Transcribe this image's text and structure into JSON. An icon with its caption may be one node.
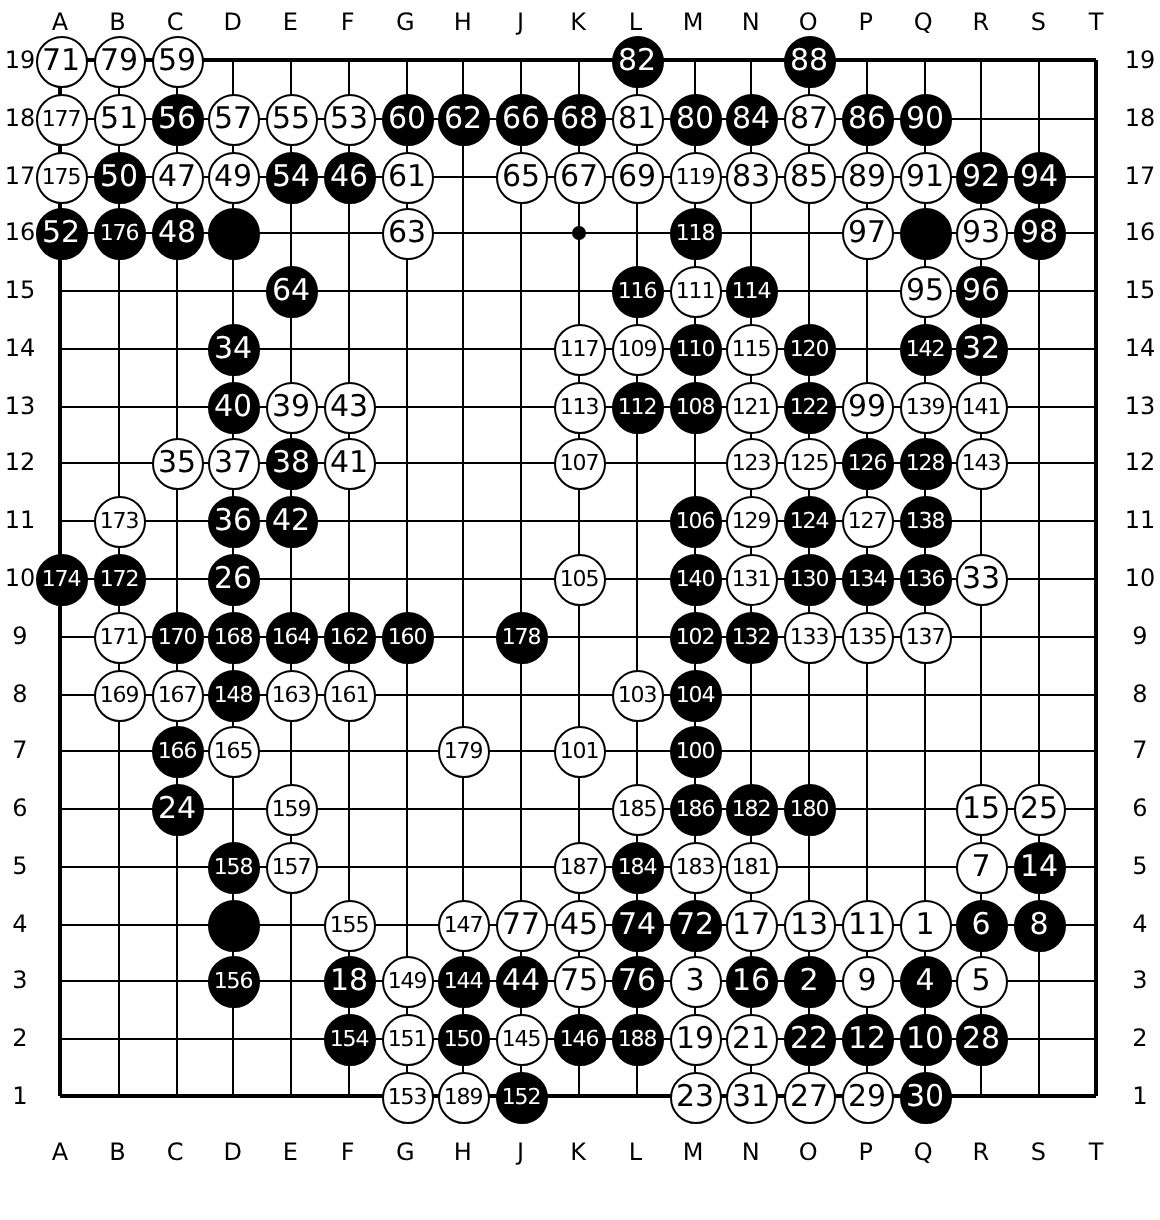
{
  "diagram": {
    "nodes": [
      {
        "text": [
          "71"
        ]
      },
      {
        "text": [
          "79"
        ]
      },
      {
        "text": [
          "59"
        ]
      },
      {
        "text": [
          "82"
        ]
      },
      {
        "text": [
          "88"
        ]
      },
      {
        "text": [
          "177"
        ]
      },
      {
        "text": [
          "51"
        ]
      },
      {
        "text": [
          "56"
        ]
      },
      {
        "text": [
          "57"
        ]
      },
      {
        "text": [
          "55"
        ]
      },
      {
        "text": [
          "53"
        ]
      },
      {
        "text": [
          "60"
        ]
      },
      {
        "text": [
          "62"
        ]
      },
      {
        "text": [
          "66"
        ]
      },
      {
        "text": [
          "68"
        ]
      },
      {
        "text": [
          "81"
        ]
      },
      {
        "text": [
          "80"
        ]
      },
      {
        "text": [
          "84"
        ]
      },
      {
        "text": [
          "87"
        ]
      },
      {
        "text": [
          "86"
        ]
      },
      {
        "text": [
          "90"
        ]
      },
      {
        "text": [
          "175"
        ]
      },
      {
        "text": [
          "50"
        ]
      },
      {
        "text": [
          "47"
        ]
      },
      {
        "text": [
          "49"
        ]
      },
      {
        "text": [
          "54"
        ]
      },
      {
        "text": [
          "46"
        ]
      },
      {
        "text": [
          "61"
        ]
      },
      {
        "text": [
          "65"
        ]
      },
      {
        "text": [
          "67"
        ]
      },
      {
        "text": [
          "69"
        ]
      },
      {
        "text": [
          "119"
        ]
      },
      {
        "text": [
          "83"
        ]
      },
      {
        "text": [
          "85"
        ]
      },
      {
        "text": [
          "89"
        ]
      },
      {
        "text": [
          "91"
        ]
      },
      {
        "text": [
          "92"
        ]
      },
      {
        "text": [
          "94"
        ]
      },
      {
        "text": [
          "52"
        ]
      },
      {
        "text": [
          "176"
        ]
      },
      {
        "text": [
          "48"
        ]
      },
      {
        "text": [],
        "shape": "circle"
      },
      {
        "text": [
          "63"
        ]
      },
      {
        "text": [
          "118"
        ]
      },
      {
        "text": [
          "97"
        ]
      },
      {
        "text": [],
        "shape": "circle"
      },
      {
        "text": [
          "93"
        ]
      },
      {
        "text": [
          "98"
        ]
      },
      {
        "text": [
          "64"
        ]
      },
      {
        "text": [
          "116"
        ]
      },
      {
        "text": [
          "111"
        ]
      },
      {
        "text": [
          "114"
        ]
      },
      {
        "text": [
          "95"
        ]
      },
      {
        "text": [
          "96"
        ]
      },
      {
        "text": [
          "34"
        ]
      },
      {
        "text": [
          "117"
        ]
      },
      {
        "text": [
          "109"
        ]
      },
      {
        "text": [
          "110"
        ]
      },
      {
        "text": [
          "115"
        ]
      },
      {
        "text": [
          "120"
        ]
      },
      {
        "text": [
          "142"
        ]
      },
      {
        "text": [
          "32"
        ]
      },
      {
        "text": [
          "40"
        ]
      },
      {
        "text": [
          "39"
        ]
      },
      {
        "text": [
          "43"
        ]
      },
      {
        "text": [
          "113"
        ]
      },
      {
        "text": [
          "112"
        ]
      },
      {
        "text": [
          "108"
        ]
      },
      {
        "text": [
          "121"
        ]
      },
      {
        "text": [
          "122"
        ]
      },
      {
        "text": [
          "99"
        ]
      },
      {
        "text": [
          "139"
        ]
      },
      {
        "text": [
          "141"
        ]
      },
      {
        "text": [
          "35"
        ]
      },
      {
        "text": [
          "37"
        ]
      },
      {
        "text": [
          "38"
        ]
      },
      {
        "text": [
          "41"
        ]
      },
      {
        "text": [
          "107"
        ]
      },
      {
        "text": [
          "123"
        ]
      },
      {
        "text": [
          "125"
        ]
      },
      {
        "text": [
          "126"
        ]
      },
      {
        "text": [
          "128"
        ]
      },
      {
        "text": [
          "143"
        ]
      },
      {
        "text": [
          "173"
        ]
      },
      {
        "text": [
          "36"
        ]
      },
      {
        "text": [
          "42"
        ]
      },
      {
        "text": [
          "106"
        ]
      },
      {
        "text": [
          "129"
        ]
      },
      {
        "text": [
          "124"
        ]
      },
      {
        "text": [
          "127"
        ]
      },
      {
        "text": [
          "138"
        ]
      },
      {
        "text": [
          "174"
        ]
      },
      {
        "text": [
          "172"
        ]
      },
      {
        "text": [
          "26"
        ]
      },
      {
        "text": [
          "105"
        ]
      },
      {
        "text": [
          "140"
        ]
      },
      {
        "text": [
          "131"
        ]
      },
      {
        "text": [
          "130"
        ]
      },
      {
        "text": [
          "134"
        ]
      },
      {
        "text": [
          "136"
        ]
      },
      {
        "text": [
          "33"
        ]
      },
      {
        "text": [
          "171"
        ]
      },
      {
        "text": [
          "170"
        ]
      },
      {
        "text": [
          "168"
        ]
      },
      {
        "text": [
          "164"
        ]
      },
      {
        "text": [
          "162"
        ]
      },
      {
        "text": [
          "160"
        ]
      },
      {
        "text": [
          "178"
        ]
      },
      {
        "text": [
          "102"
        ]
      },
      {
        "text": [
          "132"
        ]
      },
      {
        "text": [
          "133"
        ]
      },
      {
        "text": [
          "135"
        ]
      },
      {
        "text": [
          "137"
        ]
      },
      {
        "text": [
          "169"
        ]
      },
      {
        "text": [
          "167"
        ]
      },
      {
        "text": [
          "148"
        ]
      },
      {
        "text": [
          "163"
        ]
      },
      {
        "text": [
          "161"
        ]
      },
      {
        "text": [
          "103"
        ]
      },
      {
        "text": [
          "104"
        ]
      },
      {
        "text": [
          "166"
        ]
      },
      {
        "text": [
          "165"
        ]
      },
      {
        "text": [
          "179"
        ]
      },
      {
        "text": [
          "101"
        ]
      },
      {
        "text": [
          "100"
        ]
      },
      {
        "text": [
          "24"
        ]
      },
      {
        "text": [
          "159"
        ]
      },
      {
        "text": [
          "185"
        ]
      },
      {
        "text": [
          "186"
        ]
      },
      {
        "text": [
          "182"
        ]
      },
      {
        "text": [
          "180"
        ]
      },
      {
        "text": [
          "15"
        ]
      },
      {
        "text": [
          "25"
        ]
      },
      {
        "text": [
          "158"
        ]
      },
      {
        "text": [
          "157"
        ]
      },
      {
        "text": [
          "187"
        ]
      },
      {
        "text": [
          "184"
        ]
      },
      {
        "text": [
          "183"
        ]
      },
      {
        "text": [
          "181"
        ]
      },
      {
        "text": [
          "7"
        ]
      },
      {
        "text": [
          "14"
        ]
      },
      {
        "text": [],
        "shape": "circle"
      },
      {
        "text": [
          "155"
        ]
      },
      {
        "text": [
          "147"
        ]
      },
      {
        "text": [
          "77"
        ]
      },
      {
        "text": [
          "45"
        ]
      },
      {
        "text": [
          "74"
        ]
      },
      {
        "text": [
          "72"
        ]
      },
      {
        "text": [
          "17"
        ]
      },
      {
        "text": [
          "13"
        ]
      },
      {
        "text": [
          "11"
        ]
      },
      {
        "text": [
          "1"
        ]
      },
      {
        "text": [
          "6"
        ]
      },
      {
        "text": [
          "8"
        ]
      },
      {
        "text": [
          "156"
        ]
      },
      {
        "text": [
          "18"
        ]
      },
      {
        "text": [
          "149"
        ]
      },
      {
        "text": [
          "144"
        ]
      },
      {
        "text": [
          "44"
        ]
      },
      {
        "text": [
          "75"
        ]
      },
      {
        "text": [
          "76"
        ]
      },
      {
        "text": [
          "3"
        ]
      },
      {
        "text": [
          "16"
        ]
      },
      {
        "text": [
          "2"
        ]
      },
      {
        "text": [
          "9"
        ]
      },
      {
        "text": [
          "4"
        ]
      },
      {
        "text": [
          "5"
        ]
      },
      {
        "text": [
          "154"
        ]
      },
      {
        "text": [
          "151"
        ]
      },
      {
        "text": [
          "150"
        ]
      },
      {
        "text": [
          "145"
        ]
      },
      {
        "text": [
          "146"
        ]
      },
      {
        "text": [
          "188"
        ]
      },
      {
        "text": [
          "19"
        ]
      },
      {
        "text": [
          "21"
        ]
      },
      {
        "text": [
          "22"
        ]
      },
      {
        "text": [
          "12"
        ]
      },
      {
        "text": [
          "10"
        ]
      },
      {
        "text": [
          "28"
        ]
      },
      {
        "text": [
          "153"
        ]
      },
      {
        "text": [
          "189"
        ]
      },
      {
        "text": [
          "152"
        ]
      },
      {
        "text": [
          "23"
        ]
      },
      {
        "text": [
          "31"
        ]
      },
      {
        "text": [
          "27"
        ]
      },
      {
        "text": [
          "29"
        ]
      },
      {
        "text": [
          "30"
        ]
      }
    ],
    "labels": [
      "A",
      "B",
      "C",
      "D",
      "E",
      "F",
      "G",
      "H",
      "J",
      "K",
      "L",
      "M",
      "N",
      "O",
      "P",
      "Q",
      "R",
      "S",
      "T",
      "19",
      "19",
      "18",
      "18",
      "17",
      "17",
      "16",
      "16",
      "15",
      "15",
      "14",
      "14",
      "13",
      "13",
      "12",
      "12",
      "11",
      "11",
      "10",
      "10",
      "9",
      "9",
      "8",
      "8",
      "7",
      "7",
      "6",
      "6",
      "5",
      "5",
      "4",
      "4",
      "3",
      "3",
      "2",
      "2",
      "1",
      "1",
      "A",
      "B",
      "C",
      "D",
      "E",
      "F",
      "G",
      "H",
      "J",
      "K",
      "L",
      "M",
      "N",
      "O",
      "P",
      "Q",
      "R",
      "S",
      "T"
    ]
  }
}
